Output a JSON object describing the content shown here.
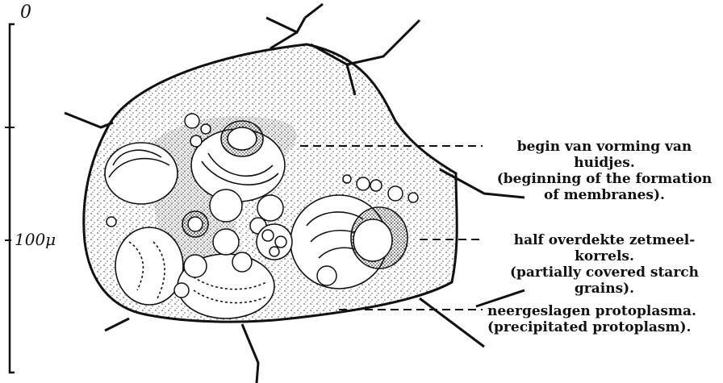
{
  "scale": {
    "top_label": "0",
    "mid_label": "100μ"
  },
  "annotations": [
    {
      "dutch_line1": "begin van vorming van",
      "dutch_line2": "huidjes.",
      "english_line1": "(beginning of the formation",
      "english_line2": "of membranes)."
    },
    {
      "dutch_line1": "half overdekte zetmeel-",
      "dutch_line2": "korrels.",
      "english_line1": "(partially covered starch",
      "english_line2": "grains)."
    },
    {
      "dutch_line1": "neergeslagen protoplasma.",
      "english_line1": "(precipitated protoplasm)."
    }
  ],
  "colors": {
    "ink": "#111111",
    "background": "#ffffff"
  }
}
